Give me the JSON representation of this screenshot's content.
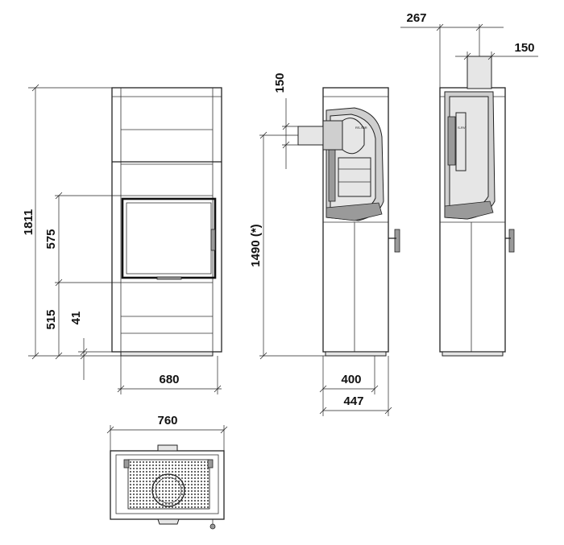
{
  "dimensions": {
    "total_height": "1811",
    "firebox_height": "575",
    "base_height": "515",
    "plinth_height": "41",
    "front_width": "680",
    "pipe_diameter_side": "150",
    "connection_height": "1490 (*)",
    "side_depth": "400",
    "side_depth_total": "447",
    "rear_offset": "267",
    "pipe_diameter_rear": "150",
    "top_width": "760"
  },
  "labels": {
    "side_part_code": "RS-S3R",
    "rear_part_code": "S-RV"
  }
}
